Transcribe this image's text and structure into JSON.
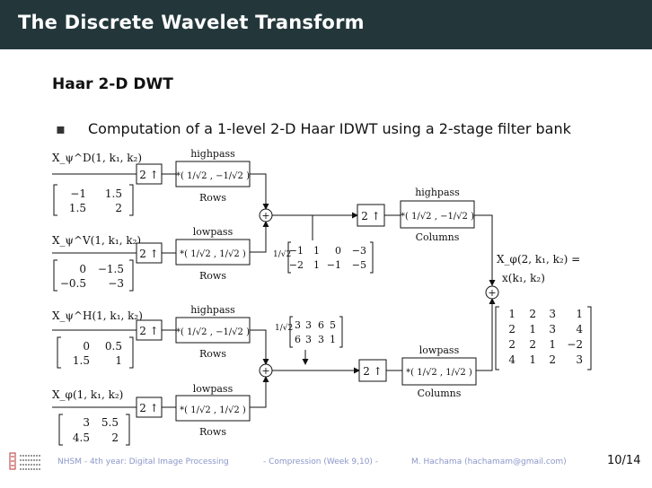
{
  "slide": {
    "title": "The Discrete Wavelet Transform",
    "subtitle": "Haar 2-D DWT",
    "bullet": "Computation of a 1-level 2-D Haar IDWT using a 2-stage filter bank"
  },
  "figure": {
    "inputs": [
      {
        "label": "X_ψ^D(1, k₁, k₂)",
        "matrix": [
          [
            "−1",
            "1.5"
          ],
          [
            "1.5",
            "2"
          ]
        ]
      },
      {
        "label": "X_ψ^V(1, k₁, k₂)",
        "matrix": [
          [
            "0",
            "−1.5"
          ],
          [
            "−0.5",
            "−3"
          ]
        ]
      },
      {
        "label": "X_ψ^H(1, k₁, k₂)",
        "matrix": [
          [
            "0",
            "0.5"
          ],
          [
            "1.5",
            "1"
          ]
        ]
      },
      {
        "label": "X_φ(1, k₁, k₂)",
        "matrix": [
          [
            "3",
            "5.5"
          ],
          [
            "4.5",
            "2"
          ]
        ]
      }
    ],
    "upsample_row": "2 ↑",
    "upsample_col": "2 ↑",
    "rows_label": "Rows",
    "columns_label": "Columns",
    "highpass_label": "highpass",
    "lowpass_label": "lowpass",
    "plus": "+",
    "intermediate_top": {
      "scale": "1/√2",
      "rows": [
        [
          "−1",
          "1",
          "0",
          "−3"
        ],
        [
          "−2",
          "1",
          "−1",
          "−5"
        ]
      ]
    },
    "intermediate_bottom": {
      "scale": "1/√2",
      "rows": [
        [
          "3",
          "3",
          "6",
          "5"
        ],
        [
          "6",
          "3",
          "3",
          "1"
        ]
      ]
    },
    "output_label_1": "X_φ(2, k₁, k₂) =",
    "output_label_2": "x(k₁, k₂)",
    "output_matrix": [
      [
        "1",
        "2",
        "3",
        "1"
      ],
      [
        "2",
        "1",
        "3",
        "4"
      ],
      [
        "2",
        "2",
        "1",
        "−2"
      ],
      [
        "4",
        "1",
        "2",
        "3"
      ]
    ]
  },
  "footer": {
    "course": "NHSM - 4th year: Digital Image Processing",
    "topic": "- Compression (Week 9,10) -",
    "author": "M. Hachama (hachamam@gmail.com)",
    "page": "10/14"
  },
  "colors": {
    "titlebar": "#23373b",
    "footer_text": "#8b96c9"
  }
}
